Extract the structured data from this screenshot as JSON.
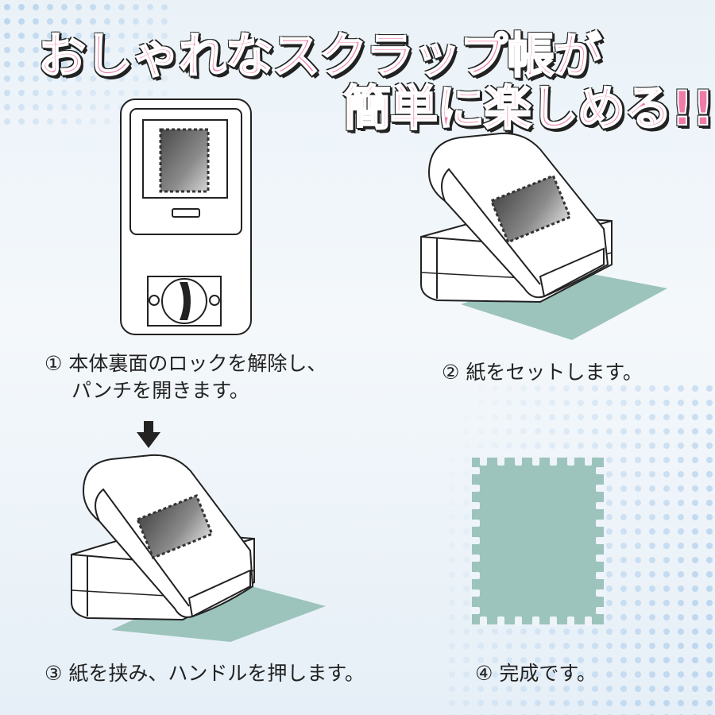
{
  "headline": {
    "line1": "おしゃれなスクラップ帳が",
    "line2": "簡単に楽しめる!!"
  },
  "steps": [
    {
      "number": "①",
      "text_line1": "本体裏面のロックを解除し、",
      "text_line2": "パンチを開きます。"
    },
    {
      "number": "②",
      "text_line1": "紙をセットします。"
    },
    {
      "number": "③",
      "text_line1": "紙を挟み、ハンドルを押します。"
    },
    {
      "number": "④",
      "text_line1": "完成です。"
    }
  ],
  "colors": {
    "headline_fill": "#f07aa8",
    "headline_outline": "#222222",
    "paper": "#9cc4bc",
    "device": "#ffffff",
    "outline": "#222222",
    "stamp_gradient_dark": "#555555",
    "stamp_gradient_light": "#cfcfcf",
    "background": "#eef4f9",
    "dots": "#b8d4ee"
  },
  "icons": {
    "press_arrow": "down-arrow-icon",
    "stamp_shape": "stamp-border-icon"
  }
}
